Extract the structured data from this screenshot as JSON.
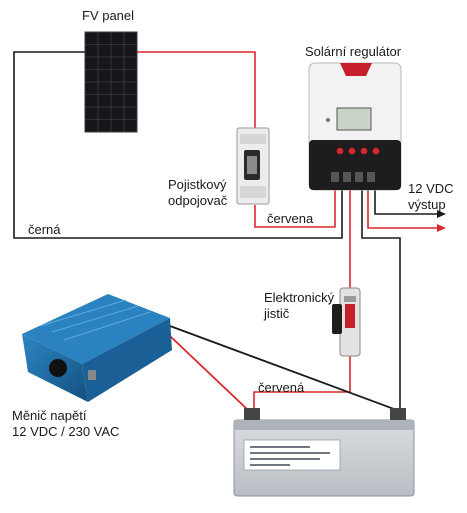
{
  "labels": {
    "pv_panel": "FV panel",
    "charge_controller": "Solární regulátor",
    "fuse_disconnector": "Pojistkový\nodpojovač",
    "red_wire_top": "červena",
    "black_wire": "černá",
    "output_12v": "12 VDC\nvýstup",
    "electronic_breaker": "Elektronický\njistič",
    "inverter": "Měnič napětí\n12 VDC / 230 VAC",
    "red_wire_bottom": "červená"
  },
  "colors": {
    "red_wire": "#d9292f",
    "black_wire": "#1a1a1a",
    "panel": "#15161a",
    "inverter_blue": "#1f6fa6",
    "battery_gray": "#c9cdd2",
    "controller_white": "#f2f2f2"
  }
}
